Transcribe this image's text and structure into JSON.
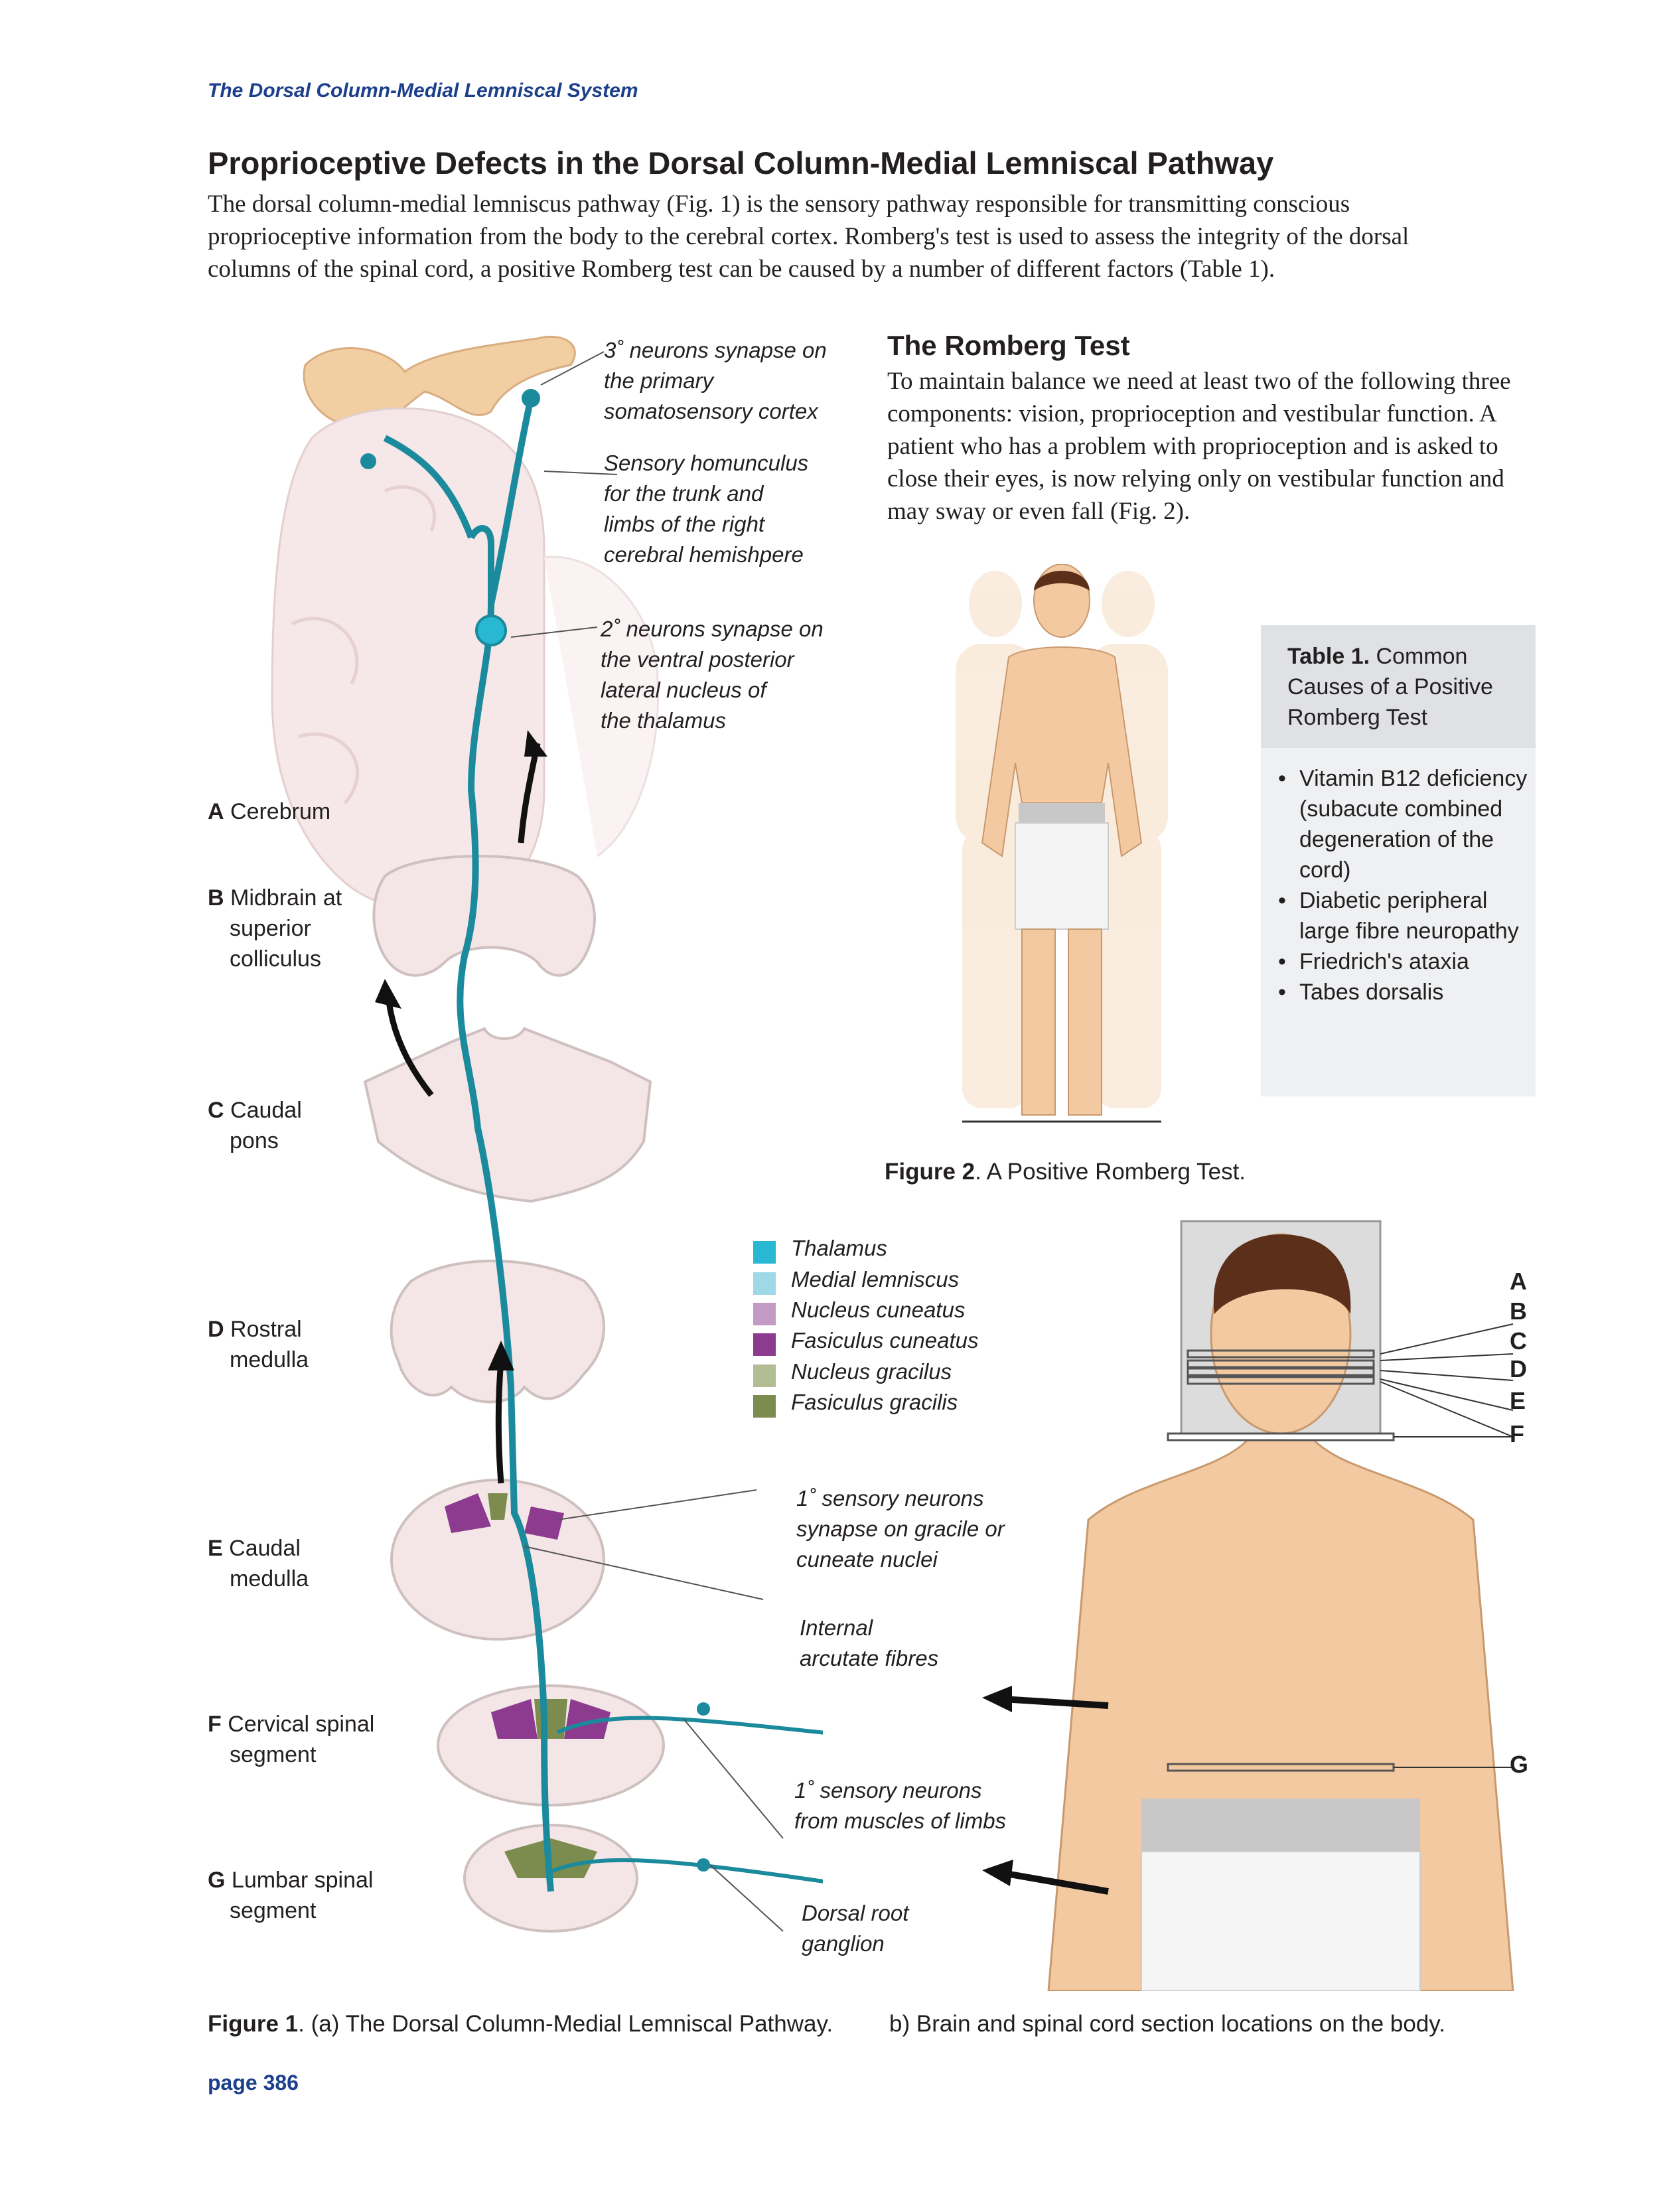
{
  "header": "The Dorsal Column-Medial Lemniscal System",
  "title": "Proprioceptive Defects in the Dorsal Column-Medial Lemniscal Pathway",
  "intro": "The dorsal column-medial lemniscus pathway (Fig. 1) is the sensory pathway responsible for transmitting conscious proprioceptive information from the body to the cerebral cortex. Romberg's test is used to assess the integrity of the dorsal columns of the spinal cord, a positive Romberg test can be caused by a number of different factors (Table 1).",
  "romberg": {
    "title": "The Romberg Test",
    "body": "To maintain balance we need at least two of the following three components: vision, proprioception and vestibular function. A patient who has a problem with proprioception and is asked to close their eyes, is now relying only on vestibular function and may sway or even fall (Fig. 2)."
  },
  "levels": [
    {
      "letter": "A",
      "l1": "Cerebrum",
      "l2": ""
    },
    {
      "letter": "B",
      "l1": "Midbrain at",
      "l2": "superior",
      "l3": "colliculus"
    },
    {
      "letter": "C",
      "l1": "Caudal",
      "l2": "pons"
    },
    {
      "letter": "D",
      "l1": "Rostral",
      "l2": "medulla"
    },
    {
      "letter": "E",
      "l1": "Caudal",
      "l2": "medulla"
    },
    {
      "letter": "F",
      "l1": "Cervical spinal",
      "l2": "segment"
    },
    {
      "letter": "G",
      "l1": "Lumbar spinal",
      "l2": "segment"
    }
  ],
  "annotations": {
    "third": [
      "3˚ neurons synapse on",
      "the primary",
      "somatosensory cortex"
    ],
    "homunculus": [
      "Sensory homunculus",
      "for the trunk and",
      "limbs of the right",
      "cerebral hemishpere"
    ],
    "second": [
      "2˚ neurons synapse on",
      "the ventral posterior",
      "lateral nucleus of",
      "the thalamus"
    ],
    "first_synapse": [
      "1˚ sensory neurons",
      "synapse on gracile or",
      "cuneate nuclei"
    ],
    "arcuate": [
      "Internal",
      "arcutate fibres"
    ],
    "first_limbs": [
      "1˚ sensory neurons",
      "from muscles of limbs"
    ],
    "drg": [
      "Dorsal root",
      "ganglion"
    ]
  },
  "legend": [
    {
      "label": "Thalamus",
      "color": "#29b8d4"
    },
    {
      "label": "Medial lemniscus",
      "color": "#9fd9e8"
    },
    {
      "label": "Nucleus cuneatus",
      "color": "#c39bc4"
    },
    {
      "label": "Fasiculus cuneatus",
      "color": "#8d3b8f"
    },
    {
      "label": "Nucleus gracilus",
      "color": "#b2bd93"
    },
    {
      "label": "Fasiculus gracilis",
      "color": "#7b8c4e"
    }
  ],
  "table": {
    "heading_bold": "Table 1.",
    "heading_rest": " Common Causes of a Positive Romberg Test",
    "items": [
      "Vitamin B12 deficiency (subacute combined degeneration of the cord)",
      "Diabetic peripheral large fibre neuropathy",
      "Friedrich's ataxia",
      "Tabes dorsalis"
    ]
  },
  "fig2_caption": {
    "bold": "Figure 2",
    "rest": ". A Positive Romberg Test."
  },
  "fig1_caption": {
    "bold": "Figure 1",
    "rest": ".  (a) The Dorsal Column-Medial Lemniscal Pathway."
  },
  "fig1b_caption": "b) Brain and spinal cord section locations on the body.",
  "section_letters": [
    "A",
    "B",
    "C",
    "D",
    "E",
    "F",
    "G"
  ],
  "page_number": "page 386",
  "colors": {
    "pathway": "#1b8a9c",
    "header_blue": "#1b3f8b",
    "skin": "#f2c9a0",
    "tissue": "#f6ecec"
  }
}
